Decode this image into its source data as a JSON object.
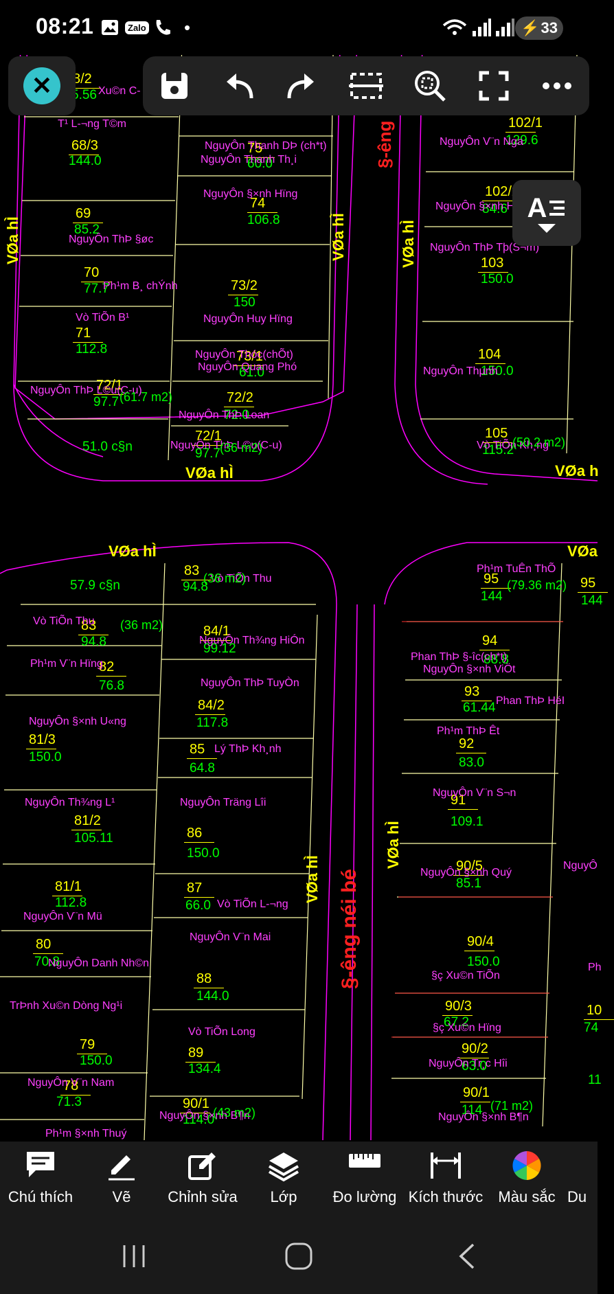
{
  "status_bar": {
    "time": "08:21",
    "zalo_label": "Zalo",
    "battery": "33",
    "dot": "•"
  },
  "toolbar_buttons": [
    "save-icon",
    "undo-icon",
    "redo-icon",
    "select-region-icon",
    "zoom-fit-icon",
    "fullscreen-icon",
    "more-icon"
  ],
  "text_style_button": {
    "label": "A"
  },
  "drawing": {
    "roads": [
      {
        "text": "VØa hÌ"
      },
      {
        "text": "VØa hÌ"
      },
      {
        "text": "VØa hÌ"
      },
      {
        "text": "VØa hÌ"
      },
      {
        "text": "VØa h"
      },
      {
        "text": "VØa hÌ"
      },
      {
        "text": "VØa"
      },
      {
        "text": "VØa hÌ"
      },
      {
        "text": "VØa hÌ"
      },
      {
        "text": "§-êng"
      },
      {
        "text": "§-êng néi bé"
      }
    ],
    "lots": [
      {
        "id": "8/2",
        "area": "5.56",
        "owner": "Xu©n C-"
      },
      {
        "id": "68/3",
        "area": "144.0",
        "owner": "T¹ L-¬ng T©m"
      },
      {
        "id": "69",
        "area": "85.2",
        "owner": "NguyÔn ThÞ §øc"
      },
      {
        "id": "70",
        "area": "77.7",
        "owner": "Ph¹m B¸ chÝnh"
      },
      {
        "id": "71",
        "area": "112.8",
        "owner": "Vò TiÕn B¹"
      },
      {
        "id": "72/1",
        "area": "97.7",
        "owner": "NguyÔn ThÞ L©u(C-u)",
        "extra": "(61.7 m2)"
      },
      {
        "id": "",
        "area": "51.0 c§n",
        "owner": ""
      },
      {
        "id": "75",
        "area": "60.0",
        "owner": "NguyÔn Thanh DÞ (ch*t)",
        "owner2": "NguyÔn Thanh Th¸i"
      },
      {
        "id": "74",
        "area": "106.8",
        "owner": "NguyÔn §×nh Hïng"
      },
      {
        "id": "73/2",
        "area": "150",
        "owner": "NguyÔn Huy Hïng"
      },
      {
        "id": "73/1",
        "area": "61.0",
        "owner": "NguyÔn Thóc(chÕt)",
        "owner2": "NguyÔn Quang Phó"
      },
      {
        "id": "72/2",
        "area": "72.0",
        "owner": "NguyÔn ThÞ Loan"
      },
      {
        "id": "72/1",
        "area": "97.7",
        "owner": "NguyÔn ThÞ L©u(C-u)",
        "extra": "(36 m2)"
      },
      {
        "id": "102/1",
        "area": "129.6",
        "owner": "NguyÔn V¨n Nga"
      },
      {
        "id": "102/2",
        "area": "84.6",
        "owner": "NguyÔn §×nh H"
      },
      {
        "id": "103",
        "area": "150.0",
        "owner": "NguyÔn ThÞ Tþ(S¬m)"
      },
      {
        "id": "104",
        "area": "150.0",
        "owner": "NguyÔn Thµnh"
      },
      {
        "id": "105",
        "area": "115.2",
        "owner": "Vò TiÕn Kh¸ng",
        "extra": "(50.2 m2)"
      },
      {
        "id": "",
        "area": "57.9 c§n",
        "owner": ""
      },
      {
        "id": "83",
        "area": "94.8",
        "owner": "Vò TiÕn Thu",
        "extra": "(36 m2)"
      },
      {
        "id": "83",
        "area": "94.8",
        "owner": "Vò TiÕn Thu",
        "extra": "(36 m2)"
      },
      {
        "id": "82",
        "area": "76.8",
        "owner": "Ph¹m V¨n Hïng"
      },
      {
        "id": "81/3",
        "area": "150.0",
        "owner": "NguyÔn §×nh U«ng"
      },
      {
        "id": "81/2",
        "area": "105.11",
        "owner": "NguyÔn Th¾ng L¹"
      },
      {
        "id": "81/1",
        "area": "112.8",
        "owner": "NguyÔn V¨n Mü"
      },
      {
        "id": "80",
        "area": "70.8",
        "owner": "NguyÔn Danh Nh©n"
      },
      {
        "id": "79",
        "area": "150.0",
        "owner": "TrÞnh Xu©n Dòng Ng¹i"
      },
      {
        "id": "78",
        "area": "71.3",
        "owner": "NguyÔn V¨n Nam"
      },
      {
        "id": "",
        "area": "",
        "owner": "Ph¹m §×nh Thuý"
      },
      {
        "id": "84/1",
        "area": "99.12",
        "owner": "NguyÔn Th¾ng HiÓn"
      },
      {
        "id": "84/2",
        "area": "117.8",
        "owner": "NguyÔn ThÞ TuyÒn"
      },
      {
        "id": "85",
        "area": "64.8",
        "owner": "Lý ThÞ Kh¸nh"
      },
      {
        "id": "86",
        "area": "150.0",
        "owner": "NguyÔn Träng Lîi"
      },
      {
        "id": "87",
        "area": "66.0",
        "owner": "Vò TiÕn L-¬ng"
      },
      {
        "id": "88",
        "area": "144.0",
        "owner": "NguyÔn V¨n Mai"
      },
      {
        "id": "89",
        "area": "134.4",
        "owner": "Vò TiÕn Long"
      },
      {
        "id": "90/1",
        "area": "114.0",
        "owner": "NguyÔn §×nh B¶n",
        "extra": "(43 m2)"
      },
      {
        "id": "95",
        "area": "144",
        "owner": "Ph¹m TuÊn ThÕ",
        "extra": "(79.36 m2)"
      },
      {
        "id": "95",
        "area": "144",
        "owner": ""
      },
      {
        "id": "94",
        "area": "88.8",
        "owner": "Phan ThÞ §-îc(ch*t)",
        "owner2": "NguyÔn §×nh ViÖt"
      },
      {
        "id": "93",
        "area": "61.44",
        "owner": "Phan ThÞ HéI"
      },
      {
        "id": "92",
        "area": "83.0",
        "owner": "Ph¹m ThÞ Êt"
      },
      {
        "id": "91",
        "area": "109.1",
        "owner": "NguyÔn V¨n S¬n"
      },
      {
        "id": "90/5",
        "area": "85.1",
        "owner": "NguyÔn §×nh Quý"
      },
      {
        "id": "90/4",
        "area": "150.0",
        "owner": "§ç Xu©n TiÕn"
      },
      {
        "id": "90/3",
        "area": "67.2",
        "owner": "§ç Xu©n Hïng"
      },
      {
        "id": "90/2",
        "area": "63.0",
        "owner": "NguyÔn Tr¸c Hîi"
      },
      {
        "id": "90/1",
        "area": "114",
        "owner": "NguyÔn §×nh B¶n",
        "extra": "(71 m2)"
      },
      {
        "id": "10",
        "area": "74",
        "owner": "Ph"
      },
      {
        "id": "",
        "area": "",
        "owner": "NguyÔ"
      },
      {
        "id": "",
        "area": "11",
        "owner": ""
      }
    ]
  },
  "bottom_tools": [
    {
      "label": "Chú thích",
      "icon": "comment-icon"
    },
    {
      "label": "Vẽ",
      "icon": "pencil-icon"
    },
    {
      "label": "Chỉnh sửa",
      "icon": "edit-icon"
    },
    {
      "label": "Lớp",
      "icon": "layers-icon"
    },
    {
      "label": "Đo lường",
      "icon": "ruler-icon"
    },
    {
      "label": "Kích thước",
      "icon": "dimension-icon"
    },
    {
      "label": "Màu sắc",
      "icon": "color-wheel-icon"
    },
    {
      "label": "Du",
      "icon": "more-tools-icon"
    }
  ],
  "colors": {
    "road_text": "#ffff00",
    "lot_id": "#ffff00",
    "lot_area": "#00ff00",
    "owner": "#ff40ff",
    "boundary": "#ff00ff",
    "street_name": "#ff2020",
    "accent": "#35c4cc"
  }
}
